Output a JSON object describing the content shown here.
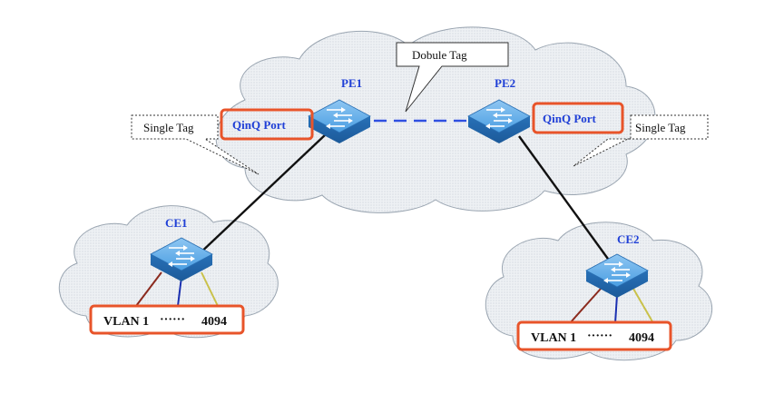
{
  "nodes": {
    "pe1": "PE1",
    "pe2": "PE2",
    "ce1": "CE1",
    "ce2": "CE2"
  },
  "ports": {
    "left": "QinQ Port",
    "right": "QinQ Port"
  },
  "callouts": {
    "double_tag": "Dobule Tag",
    "single_tag_left": "Single Tag",
    "single_tag_right": "Single Tag"
  },
  "vlans": {
    "left": {
      "start": "VLAN 1",
      "dots": "······",
      "end": "4094"
    },
    "right": {
      "start": "VLAN 1",
      "dots": "······",
      "end": "4094"
    }
  },
  "colors": {
    "cloud_fill": "#e9edf1",
    "cloud_stroke": "#8a96a3",
    "switch_blue": "#3d8fd6",
    "highlight": "#e8542a",
    "label_blue": "#1f3fd6",
    "link_dash": "#2f4fe0"
  },
  "icons": [
    "switch-icon"
  ]
}
